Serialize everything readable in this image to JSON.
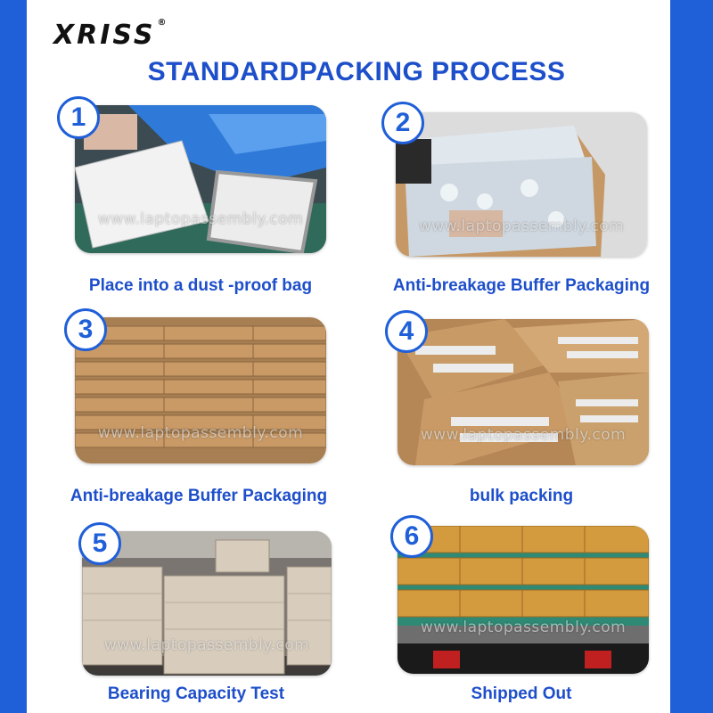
{
  "brand": {
    "name": "XRISS",
    "reg": "®"
  },
  "title": "STANDARDPACKING PROCESS",
  "watermark": "www.laptopassembly.com",
  "steps": [
    {
      "number": "1",
      "caption": "Place into a dust -proof bag"
    },
    {
      "number": "2",
      "caption": "Anti-breakage Buffer Packaging"
    },
    {
      "number": "3",
      "caption": "Anti-breakage Buffer Packaging"
    },
    {
      "number": "4",
      "caption": "bulk packing"
    },
    {
      "number": "5",
      "caption": "Bearing Capacity Test"
    },
    {
      "number": "6",
      "caption": "Shipped Out"
    }
  ],
  "colors": {
    "accent": "#1e4fcb",
    "border": "#1f5fd8",
    "cardboard": "#c79a67"
  }
}
